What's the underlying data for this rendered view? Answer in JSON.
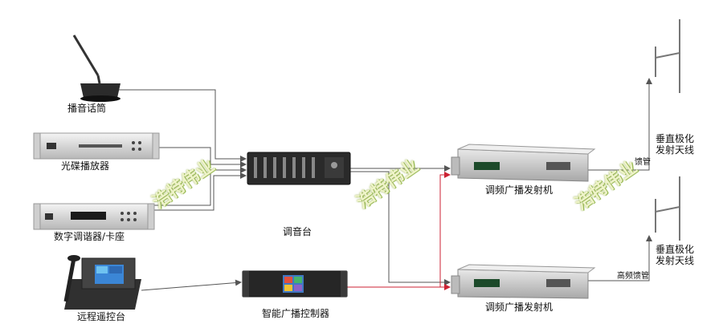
{
  "header_faded": "",
  "devices": {
    "microphone": "播音话筒",
    "cd_player": "光碟播放器",
    "tuner_deck": "数字调谐器/卡座",
    "remote_console": "远程遥控台",
    "mixer": "调音台",
    "controller": "智能广播控制器",
    "transmitter_top": "调频广播发射机",
    "transmitter_bottom": "调频广播发射机",
    "antenna_top": [
      "垂直极化",
      "发射天线"
    ],
    "antenna_bottom": [
      "垂直极化",
      "发射天线"
    ]
  },
  "cables": {
    "feeder_top": "馈管",
    "feeder_bottom": "高频馈管"
  },
  "watermarks": [
    "浩特伟业",
    "浩特伟业",
    "浩特伟业"
  ],
  "colors": {
    "line_gray": "#555555",
    "line_red": "#cc2233",
    "device_silver": "#d8d8d8",
    "device_dark": "#2a2a2a",
    "watermark_fill": "#eef3c8"
  }
}
